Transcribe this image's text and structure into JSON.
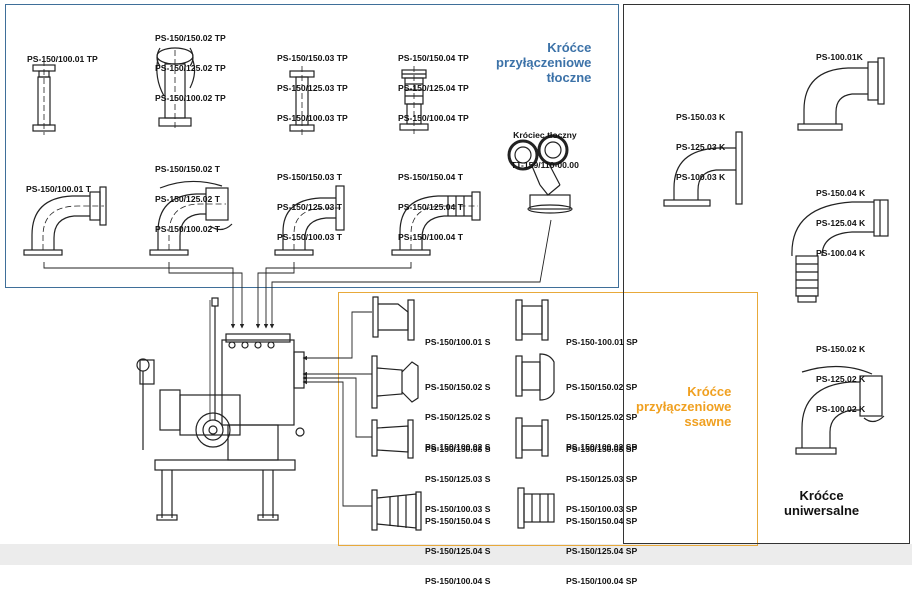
{
  "categories": {
    "pressure": {
      "lines": [
        "Króćce",
        "przyłączeniowe",
        "tłoczne"
      ],
      "color": "#3c72a8"
    },
    "suction": {
      "lines": [
        "Króćce",
        "przyłączeniowe",
        "ssawne"
      ],
      "color": "#f0a020"
    },
    "universal": {
      "lines": [
        "Króćce",
        "uniwersalne"
      ],
      "color": "#111111"
    }
  },
  "pressure_parts": {
    "p_tp_1": [
      "PS-150/100.01 TP"
    ],
    "p_tp_2": [
      "PS-150/150.02 TP",
      "PS-150/125.02 TP",
      "PS-150/100.02 TP"
    ],
    "p_tp_3": [
      "PS-150/150.03 TP",
      "PS-150/125.03 TP",
      "PS-150/100.03 TP"
    ],
    "p_tp_4": [
      "PS-150/150.04 TP",
      "PS-150/125.04 TP",
      "PS-150/100.04 TP"
    ],
    "p_t_1": [
      "PS-150/100.01 T"
    ],
    "p_t_2": [
      "PS-150/150.02 T",
      "PS-150/125.02 T",
      "PS-150/100.02 T"
    ],
    "p_t_3": [
      "PS-150/150.03 T",
      "PS-150/125.03 T",
      "PS-150/100.03 T"
    ],
    "p_t_4": [
      "PS-150/150.04 T",
      "PS-150/125.04 T",
      "PS-150/100.04 T"
    ],
    "p_special": [
      "Króciec tłoczny",
      "TT-159/110-00.00"
    ]
  },
  "suction_parts": {
    "s_1": [
      "PS-150/100.01 S"
    ],
    "s_2": [
      "PS-150/150.02 S",
      "PS-150/125.02 S",
      "PS-150/100.02 S"
    ],
    "s_3": [
      "PS-150/150.03 S",
      "PS-150/125.03 S",
      "PS-150/100.03 S"
    ],
    "s_4": [
      "PS-150/150.04 S",
      "PS-150/125.04 S",
      "PS-150/100.04 S"
    ],
    "sp_1": [
      "PS-150-100.01 SP"
    ],
    "sp_2": [
      "PS-150/150.02 SP",
      "PS-150/125.02 SP",
      "PS-150/100.02 SP"
    ],
    "sp_3": [
      "PS-150/150.03 SP",
      "PS-150/125.03 SP",
      "PS-150/100.03 SP"
    ],
    "sp_4": [
      "PS-150/150.04 SP",
      "PS-150/125.04 SP",
      "PS-150/100.04 SP"
    ]
  },
  "universal_parts": {
    "u_1": [
      "PS-100.01K"
    ],
    "u_3": [
      "PS-150.03 K",
      "PS-125.03 K",
      "PS-100.03 K"
    ],
    "u_4": [
      "PS-150.04 K",
      "PS-125.04 K",
      "PS-100.04 K"
    ],
    "u_2": [
      "PS-150.02 K",
      "PS-125.02 K",
      "PS-100.02 K"
    ]
  }
}
